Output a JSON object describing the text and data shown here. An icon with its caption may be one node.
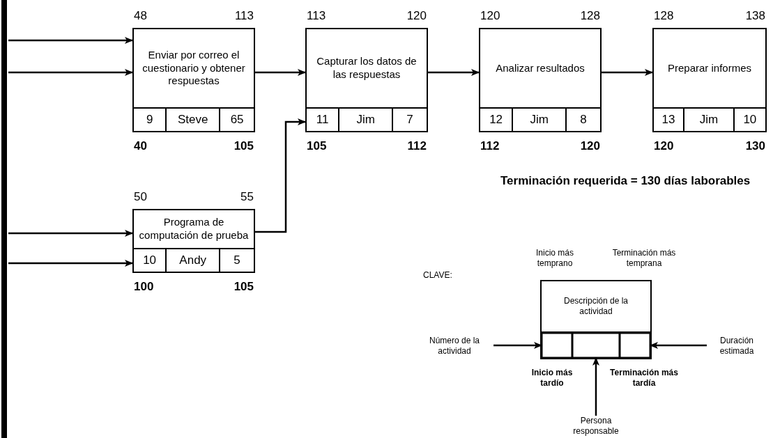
{
  "diagram": {
    "nodes": [
      {
        "text": [
          "Enviar por correo el cuestionario y obtener respuestas"
        ],
        "beside": [
          "48",
          "113",
          "40",
          "105"
        ]
      },
      {
        "text": [
          "9"
        ],
        "in": 0
      },
      {
        "text": [
          "Steve"
        ],
        "in": 0
      },
      {
        "text": [
          "65"
        ],
        "in": 0
      },
      {
        "text": [
          "Capturar los datos de las respuestas"
        ],
        "beside": [
          "113",
          "120",
          "105",
          "112"
        ]
      },
      {
        "text": [
          "11"
        ],
        "in": 4
      },
      {
        "text": [
          "Jim"
        ],
        "in": 4
      },
      {
        "text": [
          "7"
        ],
        "in": 4
      },
      {
        "text": [
          "Analizar resultados"
        ],
        "beside": [
          "120",
          "128",
          "112",
          "120"
        ]
      },
      {
        "text": [
          "12"
        ],
        "in": 8
      },
      {
        "text": [
          "Jim"
        ],
        "in": 8
      },
      {
        "text": [
          "8"
        ],
        "in": 8
      },
      {
        "text": [
          "Preparar informes"
        ],
        "beside": [
          "128",
          "138",
          "120",
          "130"
        ]
      },
      {
        "text": [
          "13"
        ],
        "in": 12
      },
      {
        "text": [
          "Jim"
        ],
        "in": 12
      },
      {
        "text": [
          "10"
        ],
        "in": 12
      },
      {
        "text": [
          "Programa de computación de prueba"
        ],
        "beside": [
          "50",
          "55",
          "100",
          "105"
        ]
      },
      {
        "text": [
          "10"
        ],
        "in": 16
      },
      {
        "text": [
          "Andy"
        ],
        "in": 16
      },
      {
        "text": [
          "5"
        ],
        "in": 16
      },
      {
        "text": [
          "Descripción de la actividad"
        ],
        "beside": [
          "Inicio más temprano",
          "Terminación más temprana",
          "Inicio más tardío",
          "Terminación más tardía"
        ]
      },
      {
        "text": [],
        "shape": "box",
        "in": 20
      },
      {
        "text": [],
        "shape": "box",
        "in": 20
      },
      {
        "text": [],
        "shape": "box",
        "in": 20
      },
      {
        "text": [
          "Número de la actividad"
        ]
      },
      {
        "text": [
          "Duración estimada"
        ]
      },
      {
        "text": [
          "Persona responsable"
        ]
      }
    ],
    "edges": [
      {
        "from": null,
        "to": 0,
        "arrow": "to"
      },
      {
        "from": null,
        "to": 0,
        "arrow": "to"
      },
      {
        "from": null,
        "to": 16,
        "arrow": "to"
      },
      {
        "from": null,
        "to": 16,
        "arrow": "to"
      },
      {
        "from": 0,
        "to": 4,
        "arrow": "to"
      },
      {
        "from": 16,
        "to": 4,
        "arrow": "to"
      },
      {
        "from": 4,
        "to": 8,
        "arrow": "to"
      },
      {
        "from": 8,
        "to": 12,
        "arrow": "to"
      },
      {
        "from": 24,
        "to": 21,
        "arrow": "to"
      },
      {
        "from": 25,
        "to": 23,
        "arrow": "to"
      },
      {
        "from": 26,
        "to": 22,
        "arrow": "to"
      }
    ],
    "labels": [
      "Terminación requerida = 130 días laborables",
      "CLAVE:"
    ]
  }
}
